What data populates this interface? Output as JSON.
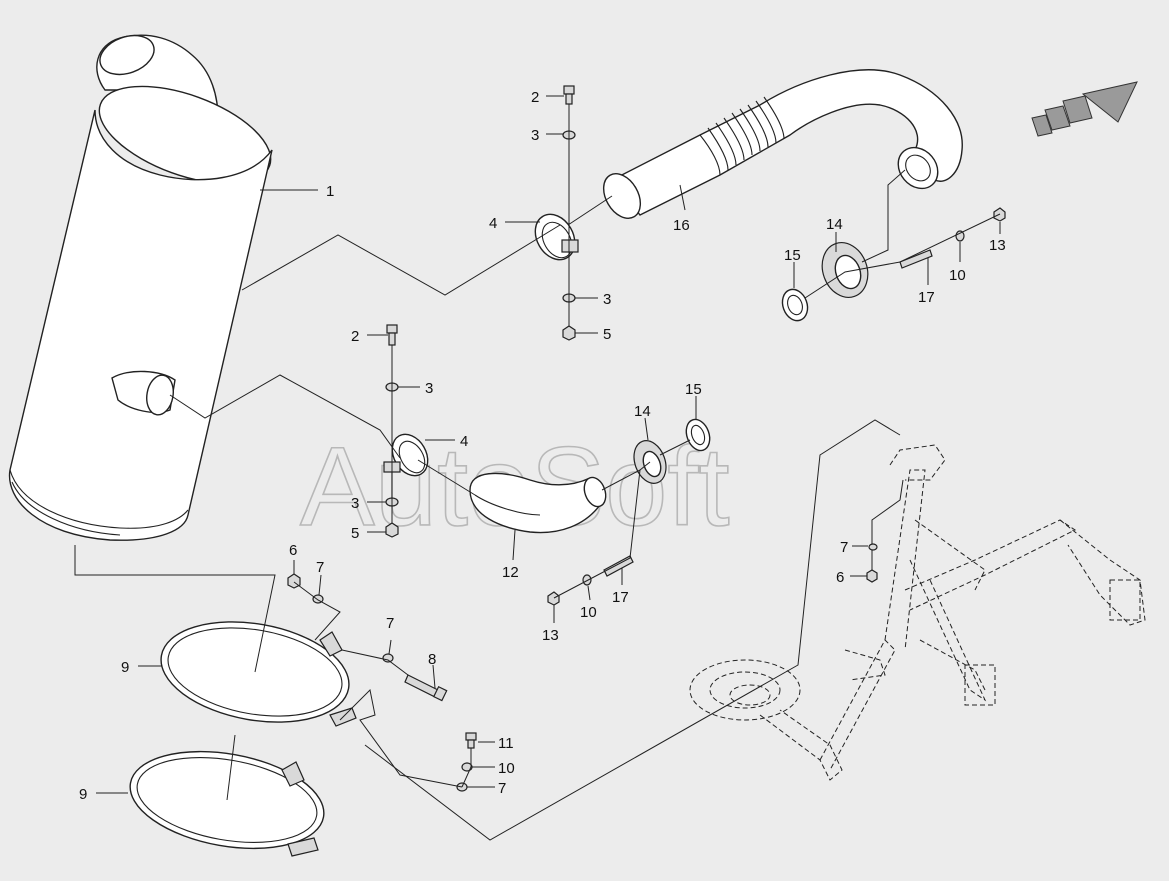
{
  "watermark": "AutoSoft",
  "callouts": [
    {
      "id": "c1",
      "label": "1"
    },
    {
      "id": "c2a",
      "label": "2"
    },
    {
      "id": "c3a",
      "label": "3"
    },
    {
      "id": "c4a",
      "label": "4"
    },
    {
      "id": "c3b",
      "label": "3"
    },
    {
      "id": "c5a",
      "label": "5"
    },
    {
      "id": "c16",
      "label": "16"
    },
    {
      "id": "c14a",
      "label": "14"
    },
    {
      "id": "c15a",
      "label": "15"
    },
    {
      "id": "c13a",
      "label": "13"
    },
    {
      "id": "c10a",
      "label": "10"
    },
    {
      "id": "c17a",
      "label": "17"
    },
    {
      "id": "c2b",
      "label": "2"
    },
    {
      "id": "c3c",
      "label": "3"
    },
    {
      "id": "c4b",
      "label": "4"
    },
    {
      "id": "c3d",
      "label": "3"
    },
    {
      "id": "c5b",
      "label": "5"
    },
    {
      "id": "c14b",
      "label": "14"
    },
    {
      "id": "c15b",
      "label": "15"
    },
    {
      "id": "c12",
      "label": "12"
    },
    {
      "id": "c17b",
      "label": "17"
    },
    {
      "id": "c10b",
      "label": "10"
    },
    {
      "id": "c13b",
      "label": "13"
    },
    {
      "id": "c6a",
      "label": "6"
    },
    {
      "id": "c7a",
      "label": "7"
    },
    {
      "id": "c9a",
      "label": "9"
    },
    {
      "id": "c7b",
      "label": "7"
    },
    {
      "id": "c8",
      "label": "8"
    },
    {
      "id": "c11",
      "label": "11"
    },
    {
      "id": "c10c",
      "label": "10"
    },
    {
      "id": "c7c",
      "label": "7"
    },
    {
      "id": "c9b",
      "label": "9"
    },
    {
      "id": "c7d",
      "label": "7"
    },
    {
      "id": "c6b",
      "label": "6"
    }
  ]
}
